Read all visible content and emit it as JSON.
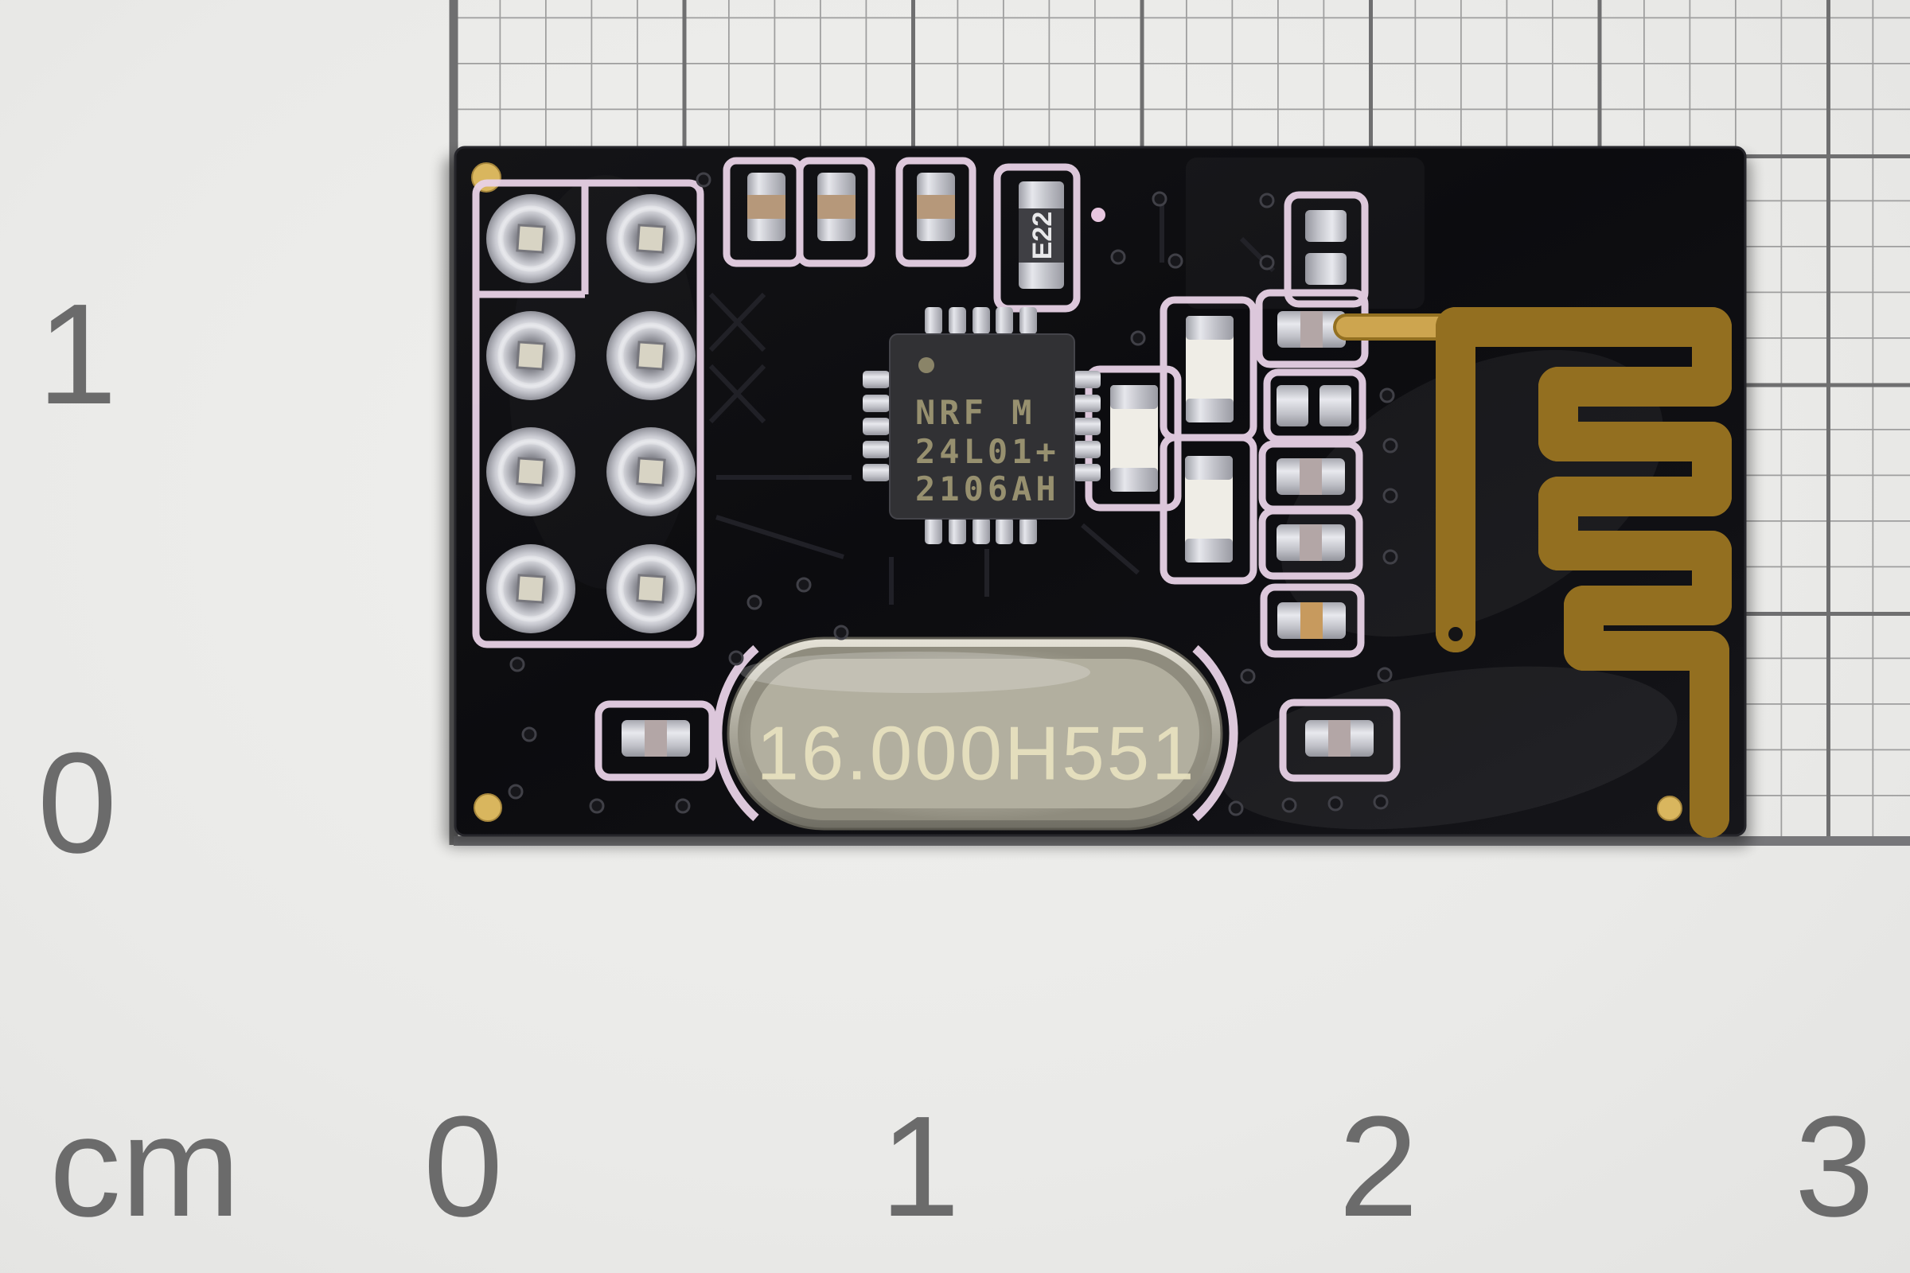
{
  "ruler": {
    "unit_label": "cm",
    "bottom_labels": [
      "0",
      "1",
      "2",
      "3"
    ],
    "left_labels": [
      "1",
      "0"
    ]
  },
  "board_markings": {
    "chip_logo": "nordic-dot",
    "chip_line1": "NRF M",
    "chip_line2": "24L01+",
    "chip_line3": "2106AH",
    "crystal": "16.000H551",
    "inductor": "E22"
  },
  "colors": {
    "paper": "#ebebe9",
    "grid_fine": "#9e9e9e",
    "grid_heavy": "#6f6f70",
    "ruler_text": "#6b6b6b",
    "board": "#0e0e11",
    "silkscreen": "#e8d2e6",
    "gold": "#cda54f",
    "silver": "#d6d7dc",
    "chip_body": "#313134",
    "chip_text": "#97906f",
    "crystal_metal": "#b4b1a2",
    "ceramic_tan": "#b6987a"
  }
}
